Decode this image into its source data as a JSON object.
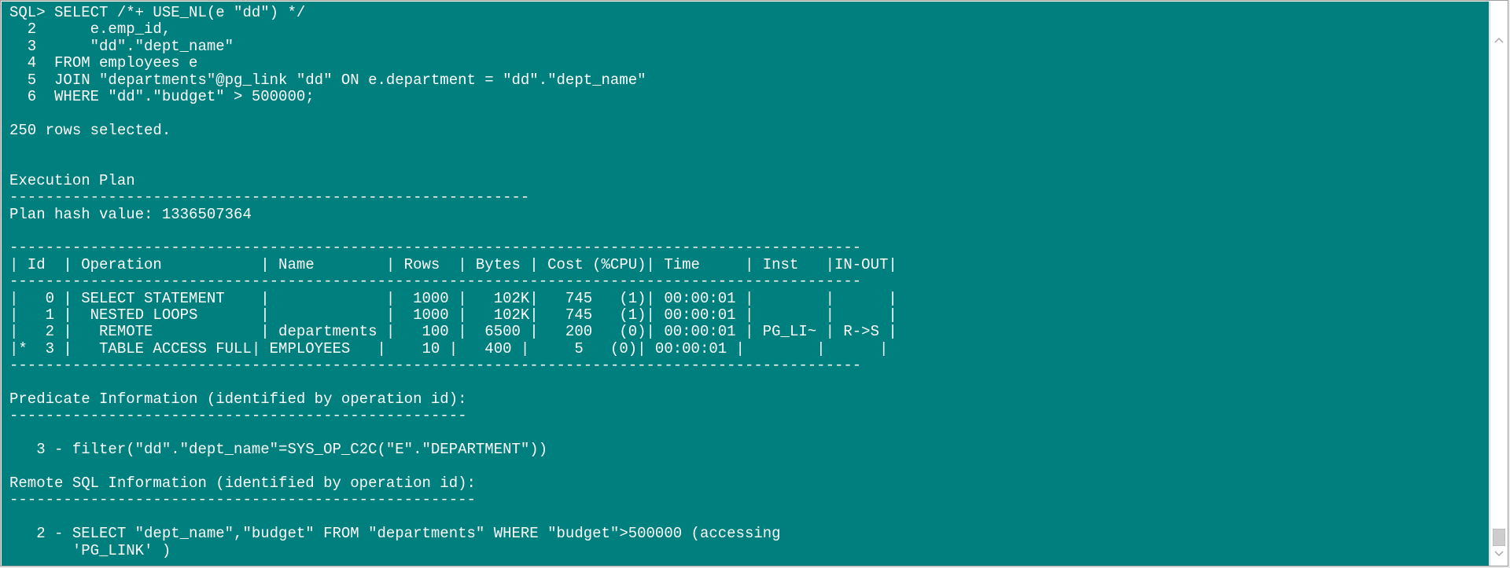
{
  "terminal": {
    "lines": [
      "SQL> SELECT /*+ USE_NL(e \"dd\") */",
      "  2      e.emp_id,",
      "  3      \"dd\".\"dept_name\"",
      "  4  FROM employees e",
      "  5  JOIN \"departments\"@pg_link \"dd\" ON e.department = \"dd\".\"dept_name\"",
      "  6  WHERE \"dd\".\"budget\" > 500000;",
      "",
      "250 rows selected.",
      "",
      "",
      "Execution Plan",
      "----------------------------------------------------------",
      "Plan hash value: 1336507364",
      "",
      "-----------------------------------------------------------------------------------------------",
      "| Id  | Operation           | Name        | Rows  | Bytes | Cost (%CPU)| Time     | Inst   |IN-OUT|",
      "-----------------------------------------------------------------------------------------------",
      "|   0 | SELECT STATEMENT    |             |  1000 |   102K|   745   (1)| 00:00:01 |        |      |",
      "|   1 |  NESTED LOOPS       |             |  1000 |   102K|   745   (1)| 00:00:01 |        |      |",
      "|   2 |   REMOTE            | departments |   100 |  6500 |   200   (0)| 00:00:01 | PG_LI~ | R->S |",
      "|*  3 |   TABLE ACCESS FULL| EMPLOYEES   |    10 |   400 |     5   (0)| 00:00:01 |        |      |",
      "-----------------------------------------------------------------------------------------------",
      "",
      "Predicate Information (identified by operation id):",
      "---------------------------------------------------",
      "",
      "   3 - filter(\"dd\".\"dept_name\"=SYS_OP_C2C(\"E\".\"DEPARTMENT\"))",
      "",
      "Remote SQL Information (identified by operation id):",
      "----------------------------------------------------",
      "",
      "   2 - SELECT \"dept_name\",\"budget\" FROM \"departments\" WHERE \"budget\">500000 (accessing",
      "       'PG_LINK' )"
    ]
  },
  "colors": {
    "terminal_background": "#007f7f",
    "terminal_text": "#ffffff",
    "scrollbar_background": "#ffffff",
    "scroll_thumb": "#cdcdcd"
  },
  "scrollbar": {
    "up_icon": "chevron-up-icon",
    "down_icon": "chevron-down-icon"
  }
}
